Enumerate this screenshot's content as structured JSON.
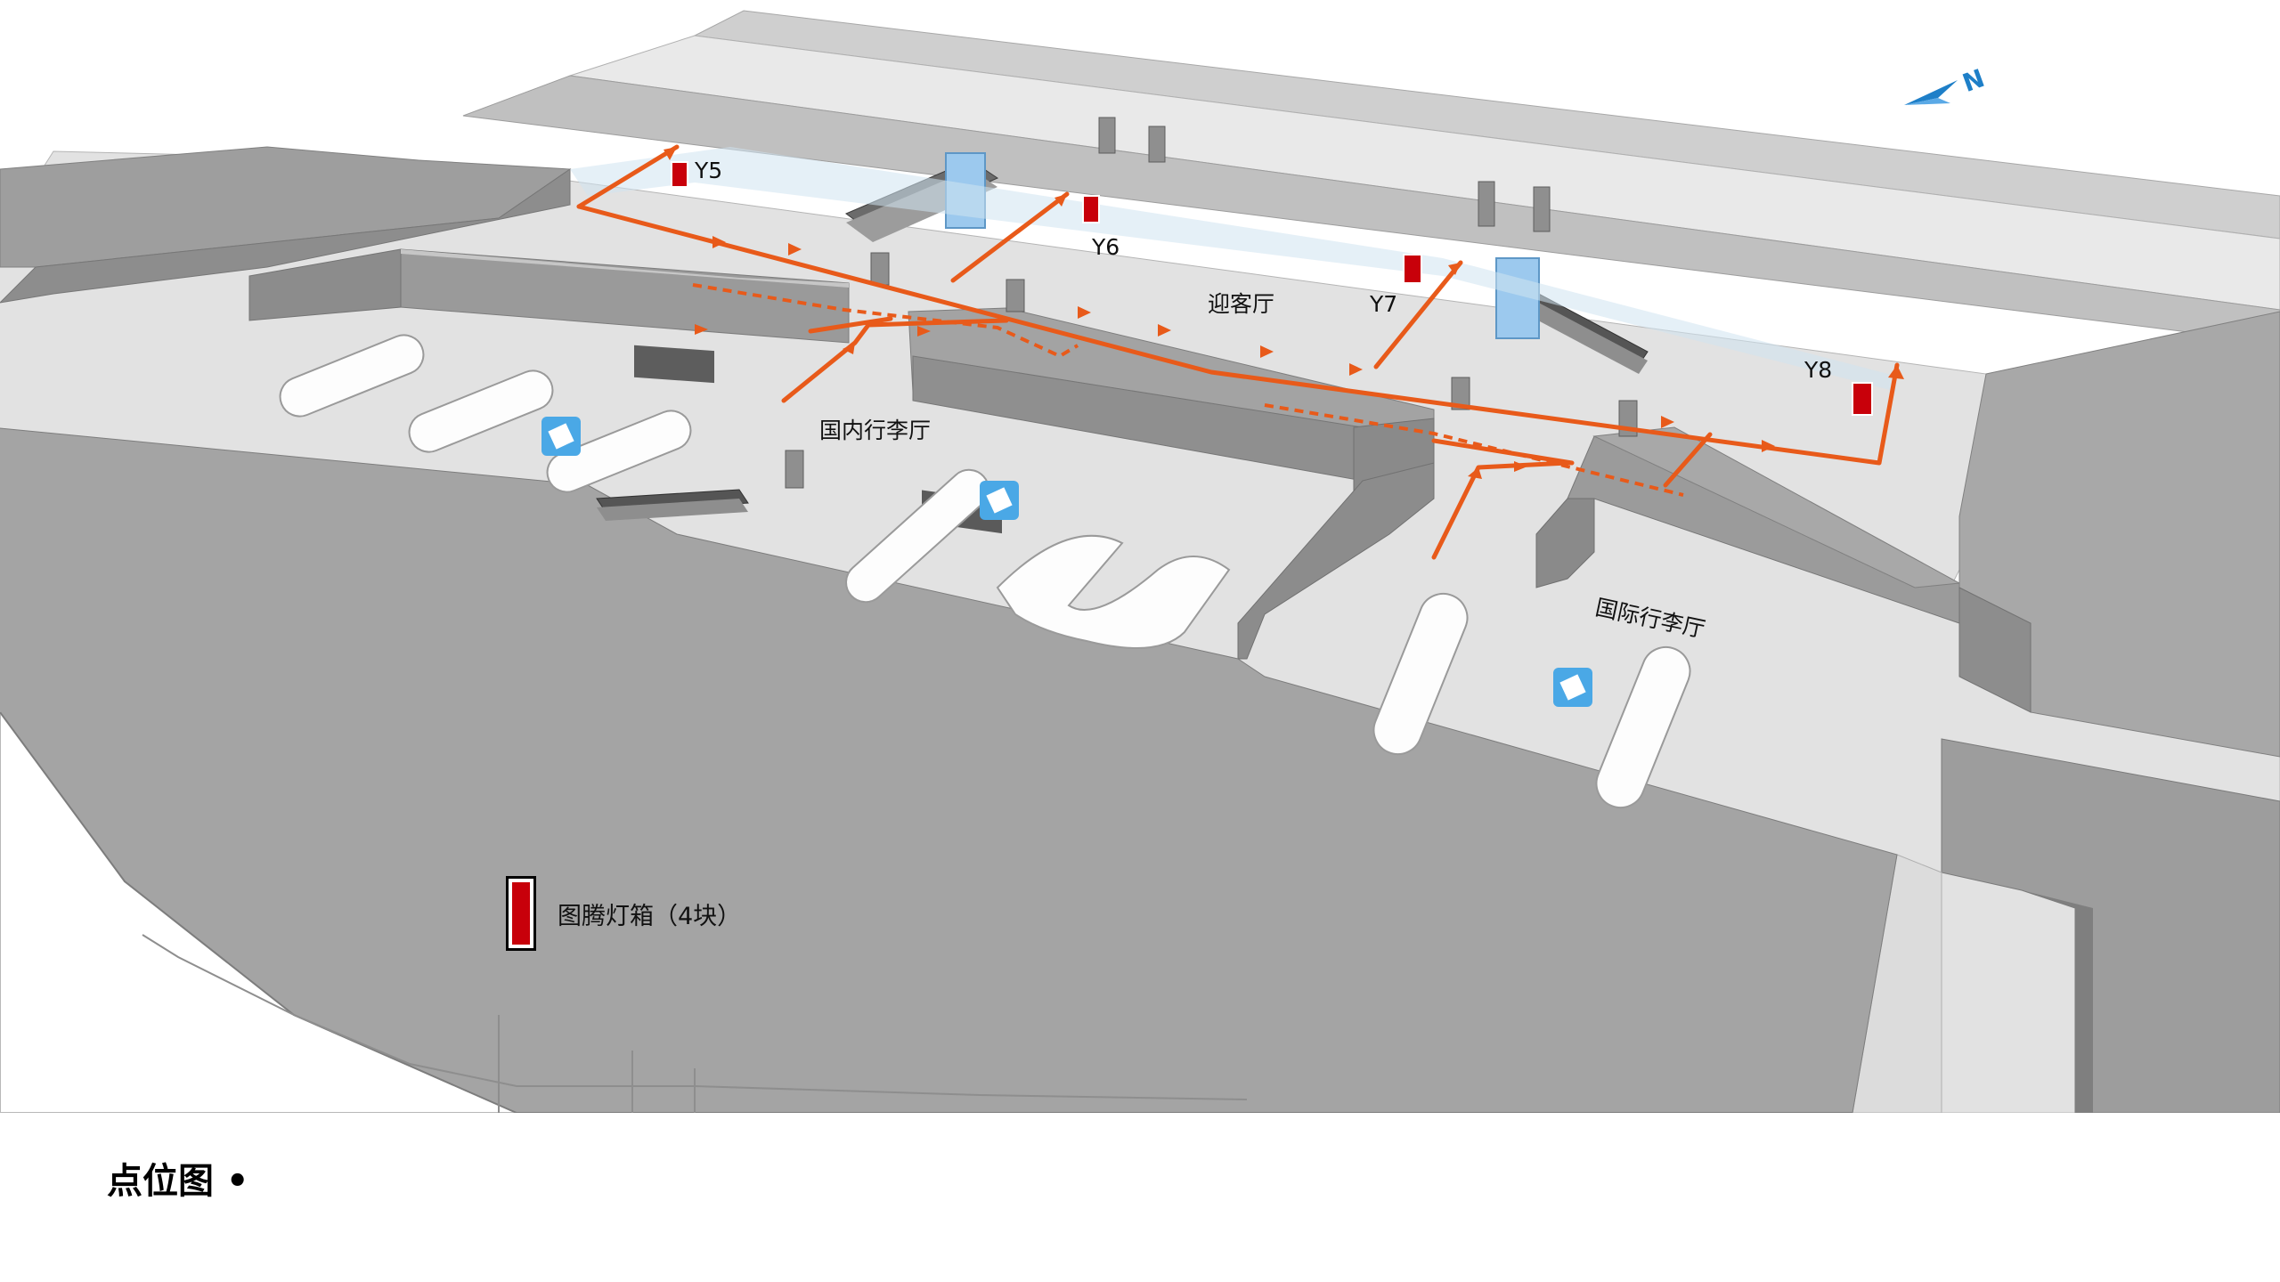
{
  "page": {
    "title": "点位图 •"
  },
  "compass": {
    "label": "N",
    "color": "#1e7fc8"
  },
  "colors": {
    "route": "#e85a1a",
    "lightbox": "#c8000a",
    "wall": "#a3a3a3",
    "floor": "#e3e3e3",
    "road": "#bdbdbd",
    "glass": "#8fc3ea",
    "info_icon": "#4aa8e6"
  },
  "areas": {
    "arrival_hall": "迎客厅",
    "domestic_baggage": "国内行李厅",
    "international_baggage": "国际行李厅"
  },
  "ad_points": [
    {
      "id": "Y5"
    },
    {
      "id": "Y6"
    },
    {
      "id": "Y7"
    },
    {
      "id": "Y8"
    }
  ],
  "legend": {
    "items": [
      {
        "label": "图腾灯箱（4块）",
        "color": "#c8000a"
      }
    ]
  },
  "icons": [
    "baggage-info-icon",
    "escalator-icon",
    "compass-arrow-icon"
  ]
}
